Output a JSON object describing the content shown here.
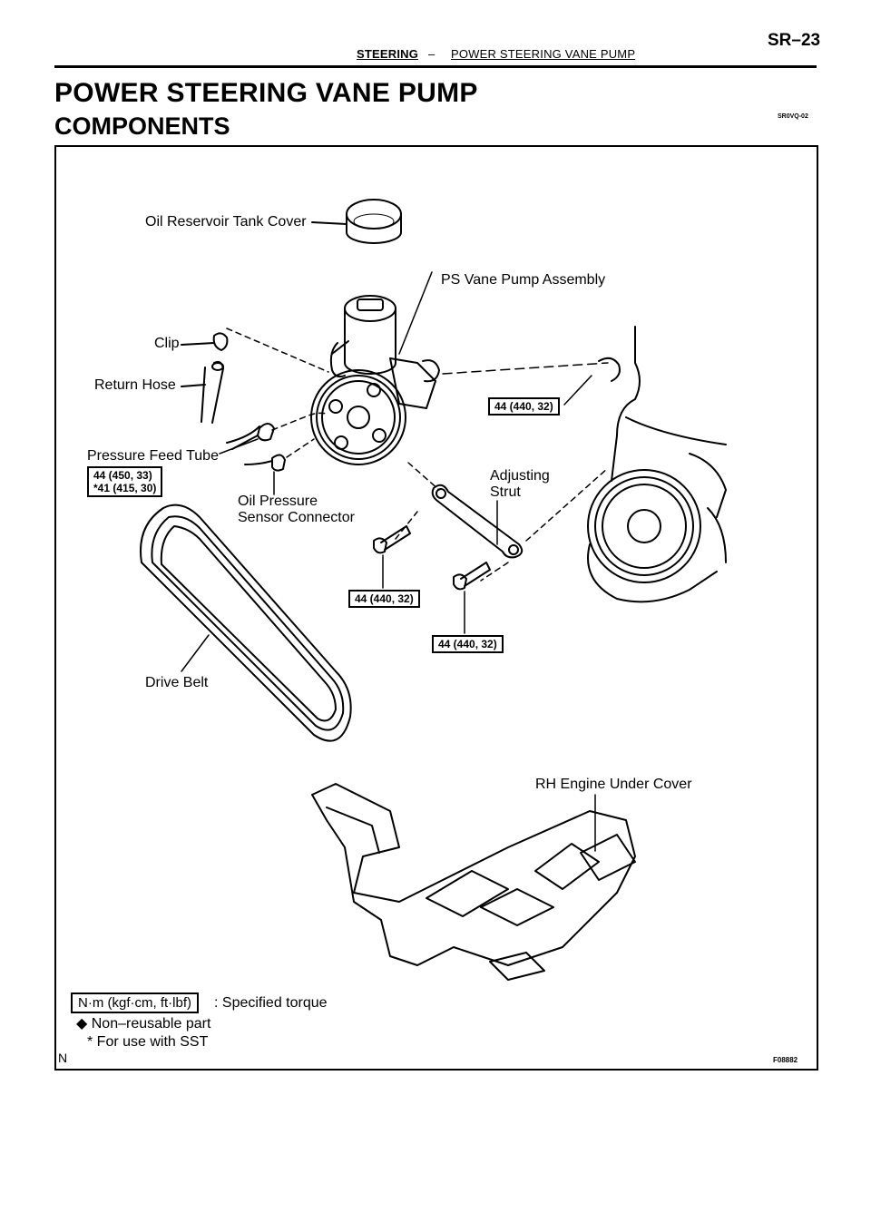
{
  "header": {
    "page_code": "SR–23",
    "section": "STEERING",
    "separator": "–",
    "subsection": "POWER STEERING VANE PUMP"
  },
  "title": "POWER STEERING VANE PUMP",
  "subtitle": "COMPONENTS",
  "doc_code": "SR0VQ-02",
  "labels": {
    "oil_reservoir_tank_cover": "Oil Reservoir Tank Cover",
    "ps_vane_pump_assembly": "PS Vane Pump Assembly",
    "clip": "Clip",
    "return_hose": "Return Hose",
    "pressure_feed_tube": "Pressure Feed Tube",
    "adjusting_strut_1": "Adjusting",
    "adjusting_strut_2": "Strut",
    "oil_pressure_sensor_1": "Oil Pressure",
    "oil_pressure_sensor_2": "Sensor Connector",
    "drive_belt": "Drive Belt",
    "rh_engine_under_cover": "RH Engine Under Cover"
  },
  "torques": {
    "pump_bolt": "44 (440, 32)",
    "pressure_feed_line1": "44 (450, 33)",
    "pressure_feed_line2": "*41 (415, 30)",
    "strut_bolt": "44 (440, 32)",
    "lower_bolt": "44 (440, 32)"
  },
  "legend": {
    "torque_unit": "N·m (kgf·cm, ft·lbf)",
    "torque_desc": ": Specified torque",
    "non_reusable": "◆ Non–reusable part",
    "sst": "* For use with SST"
  },
  "corner_left": "N",
  "figure_code": "F08882"
}
